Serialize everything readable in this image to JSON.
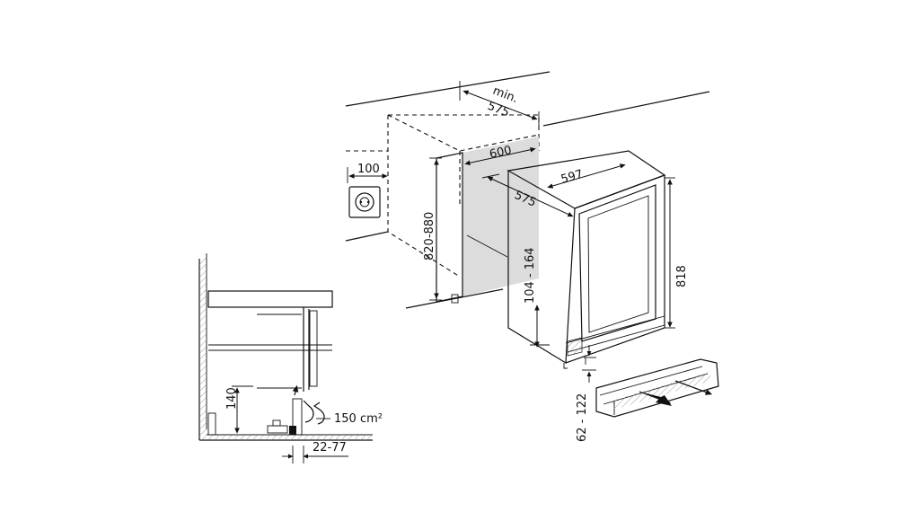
{
  "dimensions": {
    "min_depth_prefix": "min.",
    "min_depth": "575",
    "niche_width": "600",
    "socket_offset": "100",
    "niche_height": "820-880",
    "appliance_width": "597",
    "appliance_depth": "575",
    "appliance_height": "818",
    "plinth_range": "104 - 164",
    "foot_range": "62 - 122",
    "vent_height": "140",
    "vent_area": "150 cm²",
    "gap_range": "22-77"
  }
}
